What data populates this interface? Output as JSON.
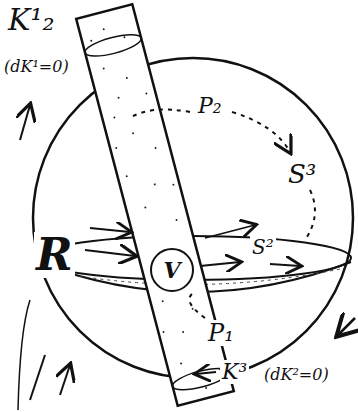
{
  "diagram": {
    "nodes": [
      {
        "text": [
          "V"
        ]
      }
    ],
    "labels": [
      "K¹₂",
      "(dK¹=0)",
      "P₂",
      "S³",
      "R",
      "S²",
      "P₁",
      "K³",
      "(dK²=0)"
    ]
  }
}
